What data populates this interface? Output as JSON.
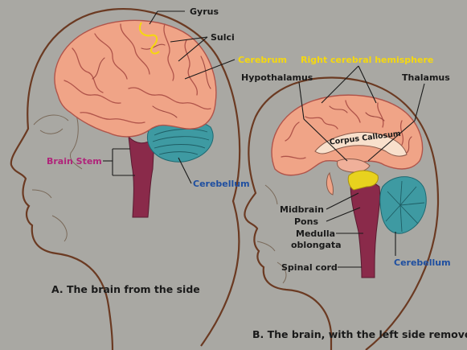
{
  "labels": {
    "gyrus": "Gyrus",
    "sulci": "Sulci",
    "cerebrum": "Cerebrum",
    "right_hemisphere": "Right cerebral hemisphere",
    "hypothalamus": "Hypothalamus",
    "thalamus": "Thalamus",
    "corpus_callosum": "Corpus Callosum",
    "brain_stem": "Brain Stem",
    "cerebellum_a": "Cerebellum",
    "midbrain": "Midbrain",
    "pons": "Pons",
    "medulla_line1": "Medulla",
    "medulla_line2": "oblongata",
    "spinal_cord": "Spinal cord",
    "cerebellum_b": "Cerebellum"
  },
  "captions": {
    "side_view": "A. The brain from the side",
    "section_view": "B. The brain, with the left side removed"
  },
  "colors": {
    "background": "#a9a8a3",
    "brain": "#f0a487",
    "brain_stem": "#8a2a4a",
    "cerebellum": "#3e9aa2",
    "midbrain": "#e8d21e",
    "yellow_label": "#f5d80f",
    "magenta_label": "#b0247a",
    "blue_label": "#1f4fa0"
  }
}
